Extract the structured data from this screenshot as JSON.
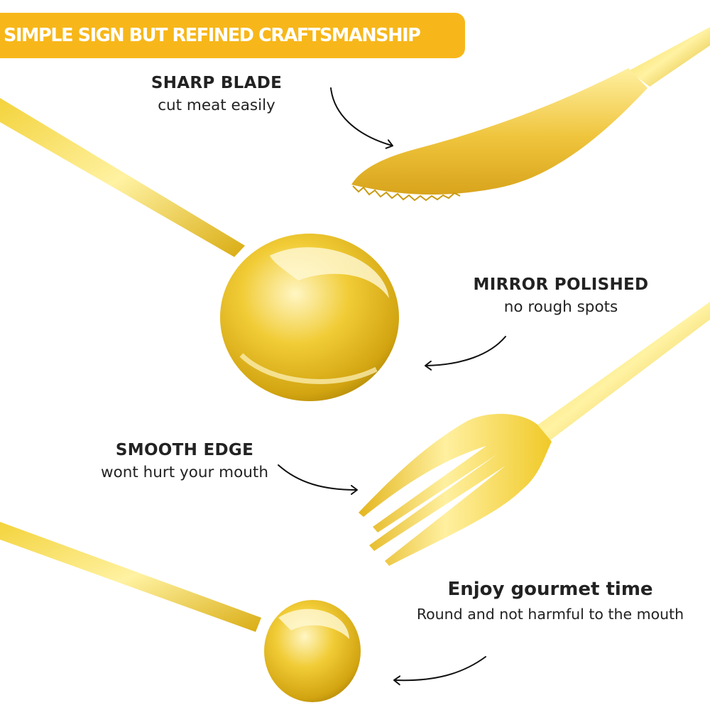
{
  "banner": {
    "text": "SIMPLE SIGN BUT  REFINED CRAFTSMANSHIP"
  },
  "callouts": [
    {
      "title": "SHARP BLADE",
      "subtitle": "cut meat easily"
    },
    {
      "title": "MIRROR POLISHED",
      "subtitle": "no rough spots"
    },
    {
      "title": "SMOOTH EDGE",
      "subtitle": "wont hurt your mouth"
    },
    {
      "title": "Enjoy gourmet time",
      "subtitle": "Round and not harmful to the mouth"
    }
  ],
  "colors": {
    "accent": "#f7b71a",
    "gold_light": "#fff1a0",
    "gold_mid": "#e8c022",
    "gold_dark": "#a8800a",
    "text": "#222222"
  },
  "icons": [
    "knife",
    "tablespoon",
    "fork",
    "teaspoon",
    "curved-arrow"
  ]
}
